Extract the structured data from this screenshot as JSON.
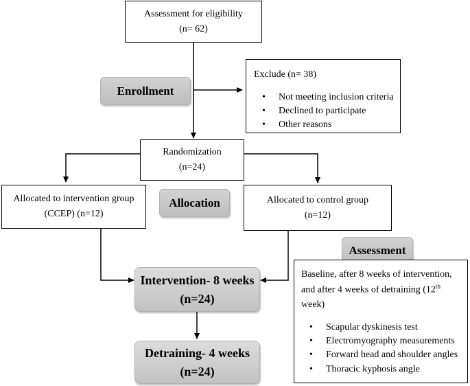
{
  "eligibility": {
    "title": "Assessment for eligibility",
    "count": "(n= 62)"
  },
  "exclude": {
    "title": "Exclude (n= 38)",
    "items": [
      "Not meeting inclusion criteria",
      "Declined to participate",
      "Other reasons"
    ]
  },
  "labels": {
    "enrollment": "Enrollment",
    "allocation": "Allocation",
    "assessment": "Assessment"
  },
  "randomization": {
    "title": "Randomization",
    "count": "(n=24)"
  },
  "intervention_group": {
    "line1": "Allocated to intervention group",
    "line2": "(CCEP) (n=12)"
  },
  "control_group": {
    "line1": "Allocated to control group",
    "line2": "(n=12)"
  },
  "intervention": {
    "line1": "Intervention- 8 weeks",
    "line2": "(n=24)"
  },
  "detraining": {
    "line1": "Detraining- 4 weeks",
    "line2": "(n=24)"
  },
  "assessment_box": {
    "line1": "Baseline, after 8 weeks of intervention,",
    "line2a": "and after 4 weeks of detraining (12",
    "line2sup": "th",
    "line3": "week)",
    "items": [
      "Scapular dyskinesis test",
      "Electromyography measurements",
      "Forward head and shoulder angles",
      "Thoracic kyphosis angle"
    ]
  }
}
